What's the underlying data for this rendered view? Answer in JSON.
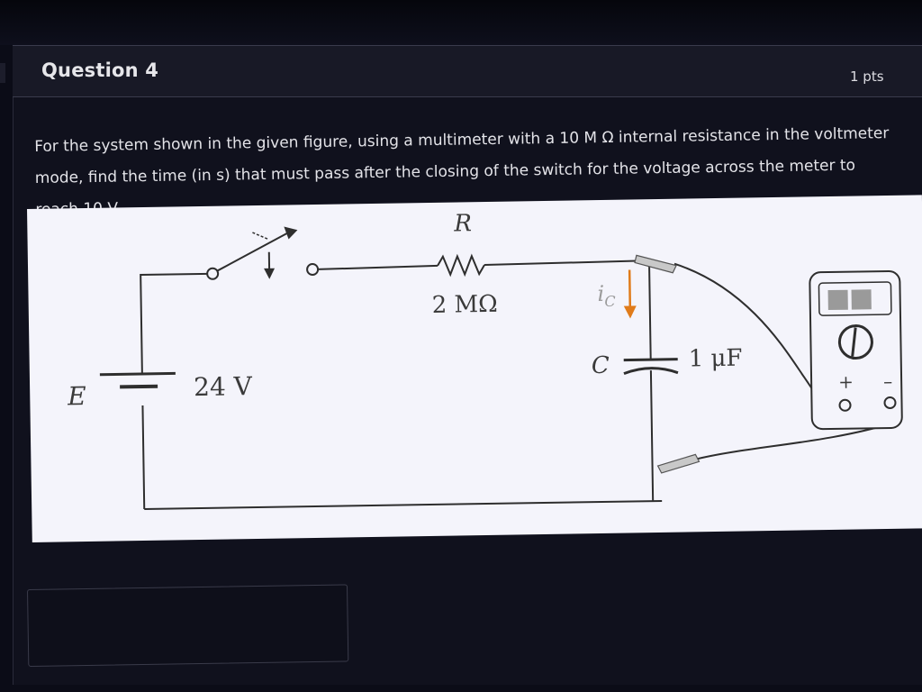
{
  "question": {
    "title": "Question 4",
    "points": "1 pts",
    "text": "For the system shown in the given figure, using a multimeter with a 10 M Ω internal resistance in the voltmeter mode, find the time (in s) that must pass after the closing of the switch for the voltage across the meter to reach 10 V."
  },
  "circuit": {
    "resistor_symbol": "R",
    "resistor_value": "2 MΩ",
    "current_label": "i",
    "current_subscript": "C",
    "capacitor_symbol": "C",
    "capacitor_value": "1 μF",
    "source_symbol": "E",
    "source_value": "24 V",
    "meter_plus": "+",
    "meter_minus": "–",
    "current_arrow_color": "#e07b1a"
  },
  "answer": {
    "value": ""
  }
}
